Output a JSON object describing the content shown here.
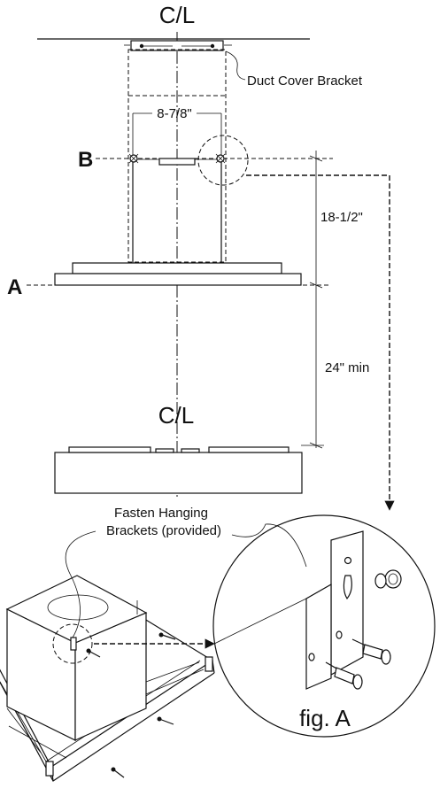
{
  "labels": {
    "centerline_top": "C/L",
    "centerline_mid": "C/L",
    "duct_cover_bracket": "Duct Cover Bracket",
    "width_dim": "8-7/8\"",
    "point_b": "B",
    "point_a": "A",
    "height_dim": "18-1/2\"",
    "clearance_dim": "24\" min",
    "fasten_line1": "Fasten Hanging",
    "fasten_line2": "Brackets (provided)",
    "figure_ref": "fig. A"
  }
}
